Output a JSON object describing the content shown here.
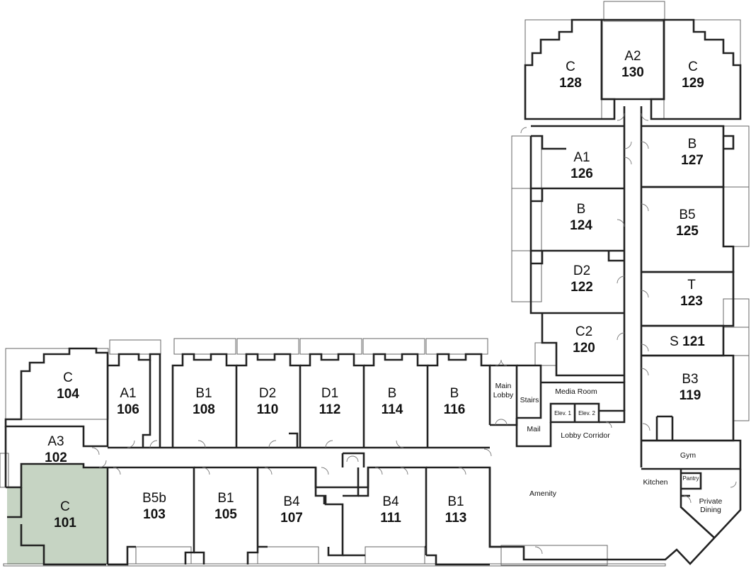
{
  "colors": {
    "wall": "#222222",
    "selected_fill": "#c6d4c3",
    "background": "#ffffff"
  },
  "selected_unit": "101",
  "units": [
    {
      "id": "130",
      "type": "A2"
    },
    {
      "id": "128",
      "type": "C"
    },
    {
      "id": "129",
      "type": "C"
    },
    {
      "id": "126",
      "type": "A1"
    },
    {
      "id": "127",
      "type": "B"
    },
    {
      "id": "124",
      "type": "B"
    },
    {
      "id": "125",
      "type": "B5"
    },
    {
      "id": "122",
      "type": "D2"
    },
    {
      "id": "123",
      "type": "T"
    },
    {
      "id": "121",
      "type": "S"
    },
    {
      "id": "120",
      "type": "C2"
    },
    {
      "id": "119",
      "type": "B3"
    },
    {
      "id": "104",
      "type": "C"
    },
    {
      "id": "106",
      "type": "A1"
    },
    {
      "id": "108",
      "type": "B1"
    },
    {
      "id": "110",
      "type": "D2"
    },
    {
      "id": "112",
      "type": "D1"
    },
    {
      "id": "114",
      "type": "B"
    },
    {
      "id": "116",
      "type": "B"
    },
    {
      "id": "102",
      "type": "A3"
    },
    {
      "id": "101",
      "type": "C"
    },
    {
      "id": "103",
      "type": "B5b"
    },
    {
      "id": "105",
      "type": "B1"
    },
    {
      "id": "107",
      "type": "B4"
    },
    {
      "id": "111",
      "type": "B4"
    },
    {
      "id": "113",
      "type": "B1"
    }
  ],
  "amenities": {
    "main_lobby_1": "Main",
    "main_lobby_2": "Lobby",
    "stairs": "Stairs",
    "media_room": "Media Room",
    "elev1": "Elev. 1",
    "elev2": "Elev. 2",
    "mail": "Mail",
    "lobby_corridor": "Lobby Corridor",
    "gym": "Gym",
    "kitchen": "Kitchen",
    "pantry": "Pantry",
    "private_dining_1": "Private",
    "private_dining_2": "Dining",
    "amenity": "Amenity"
  }
}
